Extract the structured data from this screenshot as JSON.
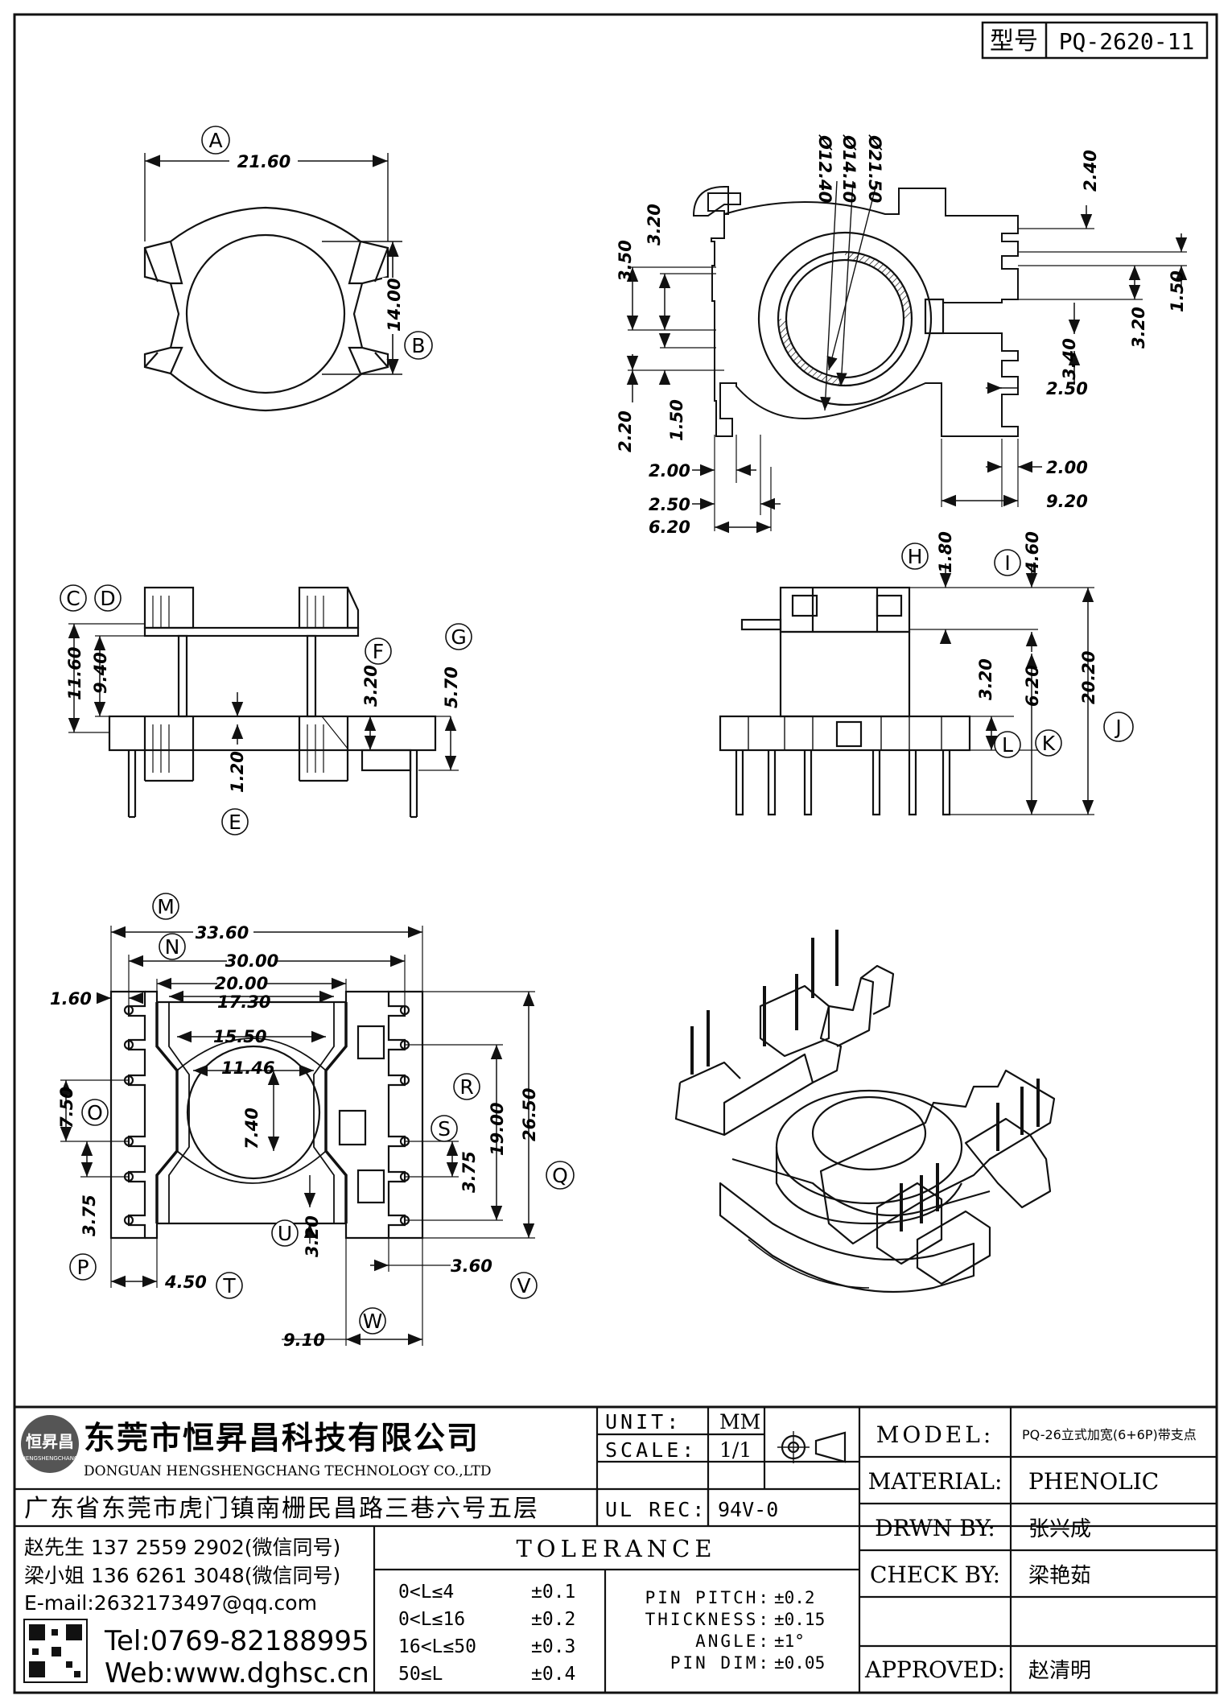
{
  "model_box": {
    "label": "型号",
    "value": "PQ-2620-11"
  },
  "views": {
    "top": {
      "A": "21.60",
      "B": "14.00",
      "callouts": [
        "A",
        "B"
      ]
    },
    "bottom": {
      "dims": {
        "d12": "Ø12.40",
        "d14": "Ø14.10",
        "d21": "Ø21.50",
        "v350": "3.50",
        "v320a": "3.20",
        "v220": "2.20",
        "v150a": "1.50",
        "h200a": "2.00",
        "h250a": "2.50",
        "h620": "6.20",
        "v240": "2.40",
        "v150b": "1.50",
        "v320b": "3.20",
        "v340": "3.40",
        "h250b": "2.50",
        "h200b": "2.00",
        "h920": "9.20"
      }
    },
    "front": {
      "dims": {
        "C": "11.60",
        "D": "9.40",
        "E": "1.20",
        "F": "3.20",
        "G": "5.70"
      },
      "callouts": [
        "C",
        "D",
        "E",
        "F",
        "G"
      ]
    },
    "side": {
      "dims": {
        "H": "1.80",
        "I": "4.60",
        "J": "20.20",
        "K": "6.20",
        "L": "3.20"
      },
      "callouts": [
        "H",
        "I",
        "J",
        "K",
        "L"
      ]
    },
    "plan": {
      "dims": {
        "M": "33.60",
        "N": "30.00",
        "w2000": "20.00",
        "w1730": "17.30",
        "w1550": "15.50",
        "w1146": "11.46",
        "h740": "7.40",
        "h160": "1.60",
        "O": "7.50",
        "P": "3.75",
        "Q": "26.50",
        "R": "19.00",
        "S": "3.75",
        "T": "4.50",
        "U": "3.20",
        "V": "3.60",
        "W": "9.10"
      },
      "callouts": [
        "M",
        "N",
        "O",
        "P",
        "Q",
        "R",
        "S",
        "T",
        "U",
        "V",
        "W"
      ]
    }
  },
  "title_block": {
    "company_cn": "东莞市恒昇昌科技有限公司",
    "company_en": "DONGUAN HENGSHENGCHANG TECHNOLOGY CO.,LTD",
    "address": "广东省东莞市虎门镇南栅民昌路三巷六号五层",
    "logo_text": "恒昇昌",
    "logo_sub": "HENGSHENGCHANG",
    "unit_label": "UNIT:",
    "unit_value": "MM",
    "scale_label": "SCALE:",
    "scale_value": "1/1",
    "ul_label": "UL REC:",
    "ul_value": "94V-0",
    "contacts": [
      "赵先生 137 2559 2902(微信同号)",
      "梁小姐 136 6261 3048(微信同号)",
      "E-mail:2632173497@qq.com"
    ],
    "tel": "Tel:0769-82188995",
    "web": "Web:www.dghsc.cn",
    "tolerance_title": "TOLERANCE",
    "tolerances": [
      {
        "range": "0<L≤4",
        "value": "±0.1"
      },
      {
        "range": "0<L≤16",
        "value": "±0.2"
      },
      {
        "range": "16<L≤50",
        "value": "±0.3"
      },
      {
        "range": "50≤L",
        "value": "±0.4"
      }
    ],
    "pin_specs": [
      {
        "label": "PIN PITCH:",
        "value": "±0.2"
      },
      {
        "label": "THICKNESS:",
        "value": "±0.15"
      },
      {
        "label": "ANGLE:",
        "value": "±1°"
      },
      {
        "label": "PIN DIM:",
        "value": "±0.05"
      }
    ],
    "model_label": "MODEL:",
    "model_value": "PQ-26立式加宽(6+6P)带支点",
    "material_label": "MATERIAL:",
    "material_value": "PHENOLIC",
    "drawn_label": "DRWN BY:",
    "drawn_value": "张兴成",
    "check_label": "CHECK BY:",
    "check_value": "梁艳茹",
    "approved_label": "APPROVED:",
    "approved_value": "赵清明"
  }
}
